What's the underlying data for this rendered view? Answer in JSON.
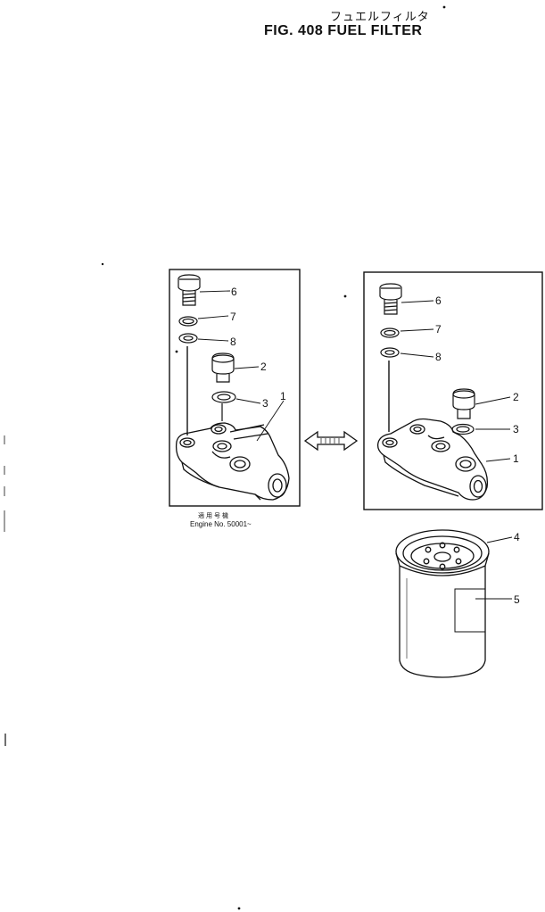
{
  "title": {
    "japanese": "フュエルフィルタ",
    "english": "FIG. 408  FUEL FILTER"
  },
  "caption": {
    "japanese": "適用号機",
    "english": "Engine  No.  50001~"
  },
  "callouts": {
    "left": [
      "6",
      "7",
      "8",
      "2",
      "3",
      "1"
    ],
    "right": [
      "6",
      "7",
      "8",
      "2",
      "3",
      "1"
    ],
    "cartridge": [
      "4",
      "5"
    ]
  }
}
